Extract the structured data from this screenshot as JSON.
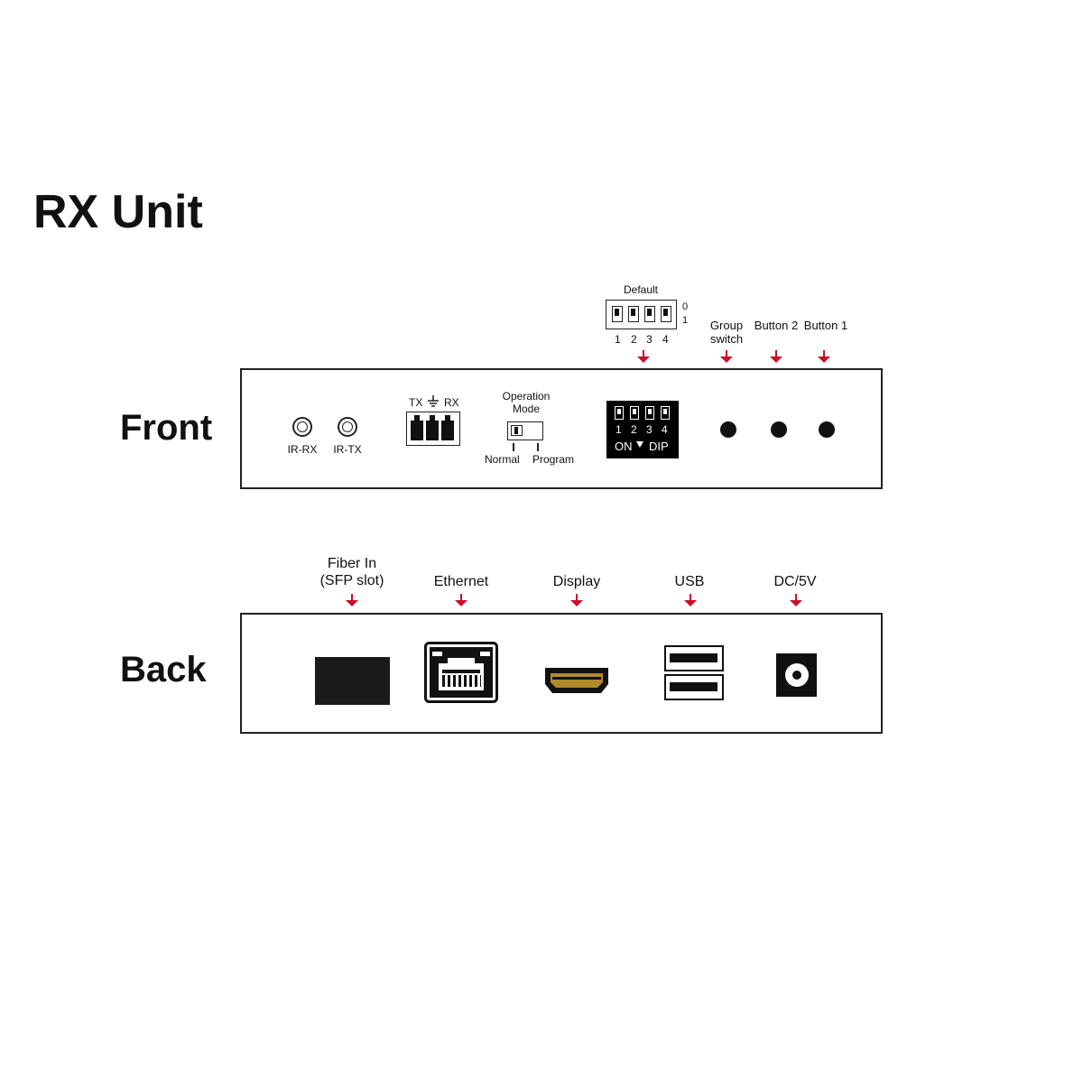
{
  "title": "RX Unit",
  "front": {
    "label": "Front",
    "default": {
      "label": "Default",
      "row_labels": [
        "0",
        "1"
      ],
      "switch_numbers": [
        "1",
        "2",
        "3",
        "4"
      ]
    },
    "callouts": {
      "group_switch": "Group\nswitch",
      "button2": "Button 2",
      "button1": "Button 1"
    },
    "ir_rx": "IR-RX",
    "ir_tx": "IR-TX",
    "terminal": {
      "tx": "TX",
      "rx": "RX"
    },
    "operation_mode": {
      "title": "Operation\nMode",
      "normal": "Normal",
      "program": "Program"
    },
    "dip": {
      "numbers": [
        "1",
        "2",
        "3",
        "4"
      ],
      "on": "ON",
      "dip": "DIP"
    }
  },
  "back": {
    "label": "Back",
    "callouts": {
      "fiber": "Fiber In\n(SFP slot)",
      "ethernet": "Ethernet",
      "display": "Display",
      "usb": "USB",
      "dc": "DC/5V"
    }
  },
  "colors": {
    "arrow": "#c8102e",
    "ink": "#111111"
  }
}
